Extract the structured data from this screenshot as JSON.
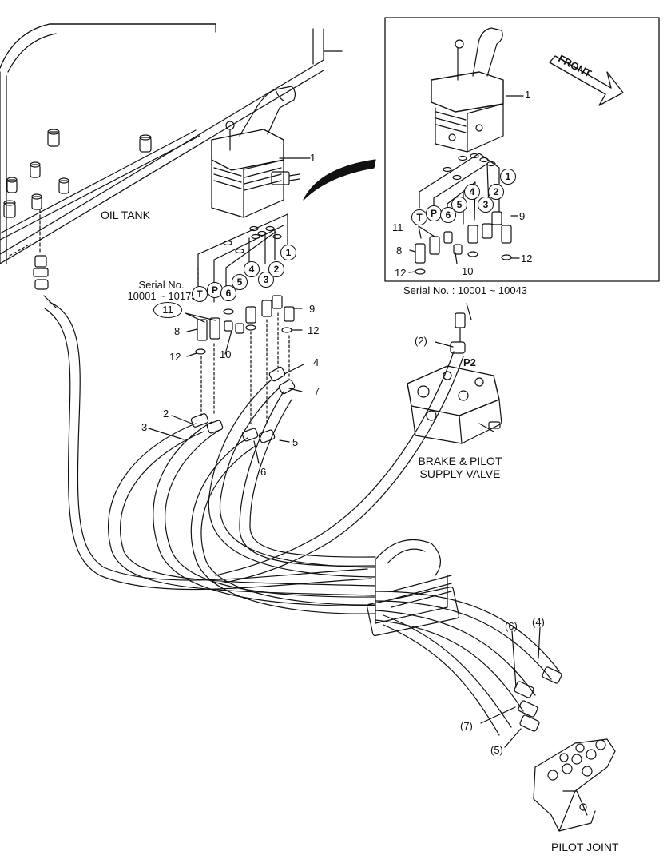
{
  "labels": {
    "oil_tank": "OIL TANK",
    "front": "FRONT",
    "serial_main_line1": "Serial No.",
    "serial_main_line2": "10001 ~ 10175",
    "serial_inset": "Serial No. : 10001 ~ 10043",
    "brake_valve_line1": "BRAKE & PILOT",
    "brake_valve_line2": "SUPPLY VALVE",
    "pilot_joint": "PILOT JOINT",
    "p2": "P2"
  },
  "main_callouts": {
    "c1": "1",
    "c2": "2",
    "c3": "3",
    "c4": "4",
    "c5": "5",
    "c6": "6",
    "c7": "7",
    "c8": "8",
    "c9": "9",
    "c10": "10",
    "c11": "11",
    "c12a": "12",
    "c12b": "12",
    "port_T": "T",
    "port_P": "P",
    "port_6": "6",
    "port_5": "5",
    "port_4": "4",
    "port_3": "3",
    "port_2": "2",
    "port_1": "1"
  },
  "inset_callouts": {
    "c1": "1",
    "c8": "8",
    "c9": "9",
    "c10": "10",
    "c11": "11",
    "c12a": "12",
    "c12b": "12",
    "port_T": "T",
    "port_P": "P",
    "port_6": "6",
    "port_5": "5",
    "port_4": "4",
    "port_3": "3",
    "port_2": "2",
    "port_1": "1"
  },
  "hose_refs": {
    "r2": "(2)",
    "r4": "(4)",
    "r5": "(5)",
    "r6": "(6)",
    "r7": "(7)"
  }
}
